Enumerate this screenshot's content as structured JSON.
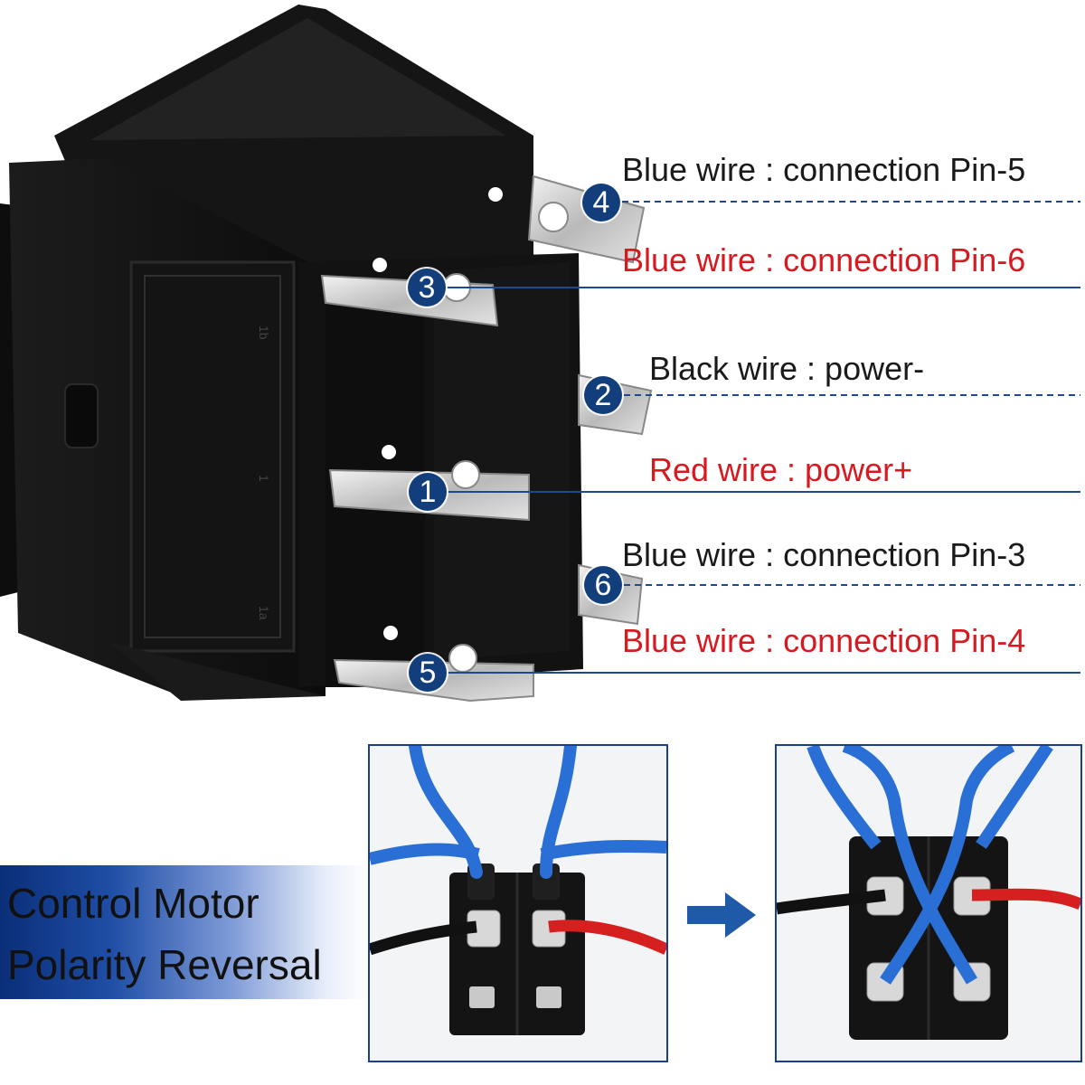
{
  "pins": [
    {
      "number": "4",
      "label": "Blue wire : connection Pin-5",
      "color": "#1a1a1a"
    },
    {
      "number": "3",
      "label": "Blue wire : connection Pin-6",
      "color": "#d71920"
    },
    {
      "number": "2",
      "label": "Black wire : power-",
      "color": "#1a1a1a"
    },
    {
      "number": "1",
      "label": "Red wire : power+",
      "color": "#d71920"
    },
    {
      "number": "6",
      "label": "Blue wire : connection Pin-3",
      "color": "#1a1a1a"
    },
    {
      "number": "5",
      "label": "Blue wire : connection Pin-4",
      "color": "#d71920"
    }
  ],
  "switch_markings": {
    "top": "1b",
    "middle": "1",
    "bottom": "1a"
  },
  "banner": {
    "line1": "Control Motor",
    "line2": "Polarity Reversal"
  },
  "colors": {
    "badge": "#123f7c",
    "leader_line": "#1e4a8c",
    "banner_dark": "#0a2e78",
    "arrow": "#1f5aa8",
    "photo_border": "#1a3f8a"
  },
  "photos": [
    {
      "content": "switch-wired-straight"
    },
    {
      "content": "switch-wired-crossed"
    }
  ],
  "arrow_icon": "arrow-right-icon"
}
